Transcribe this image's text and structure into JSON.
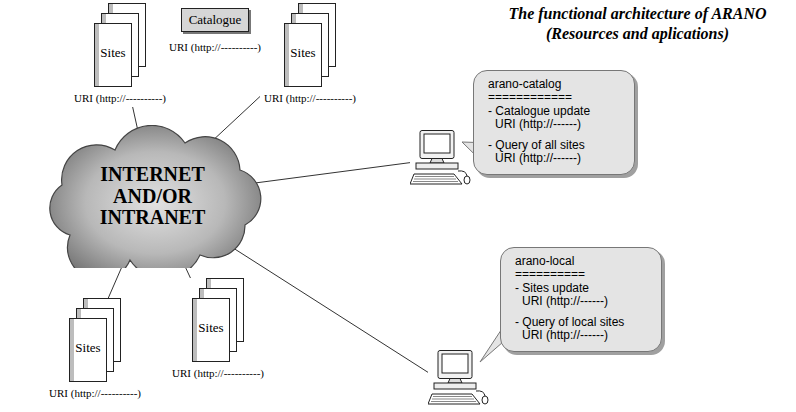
{
  "diagram": {
    "title": "The functional architecture of ARANO (Resources and aplications)",
    "nodes": [
      {
        "text": [
          "Sites",
          "URI (http://----------)"
        ]
      },
      {
        "text": [
          "Catalogue",
          "URI (http://----------)"
        ]
      },
      {
        "text": [
          "Sites",
          "URI (http://----------)"
        ]
      },
      {
        "text": [
          "INTERNET AND/OR INTRANET"
        ]
      },
      {
        "text": [
          "arano-catalog",
          "============",
          "- Catalogue update",
          "URI (http://------)",
          "- Query of all sites",
          "URI (http://------)"
        ]
      },
      {
        "text": [
          "arano-local",
          "==========",
          "- Sites update",
          "URI (http://------)",
          "- Query of local sites",
          "URI (http://------)"
        ]
      },
      {
        "text": [
          "Sites",
          "URI (http://----------)"
        ]
      },
      {
        "text": [
          "Sites",
          "URI (http://----------)"
        ]
      }
    ],
    "edges": [
      {
        "from": 3,
        "to": 0,
        "arrow": "none"
      },
      {
        "from": 3,
        "to": 2,
        "arrow": "none"
      },
      {
        "from": 3,
        "to": 4,
        "arrow": "none"
      },
      {
        "from": 3,
        "to": 5,
        "arrow": "none"
      },
      {
        "from": 3,
        "to": 6,
        "arrow": "none"
      },
      {
        "from": 3,
        "to": 7,
        "arrow": "none"
      }
    ]
  }
}
